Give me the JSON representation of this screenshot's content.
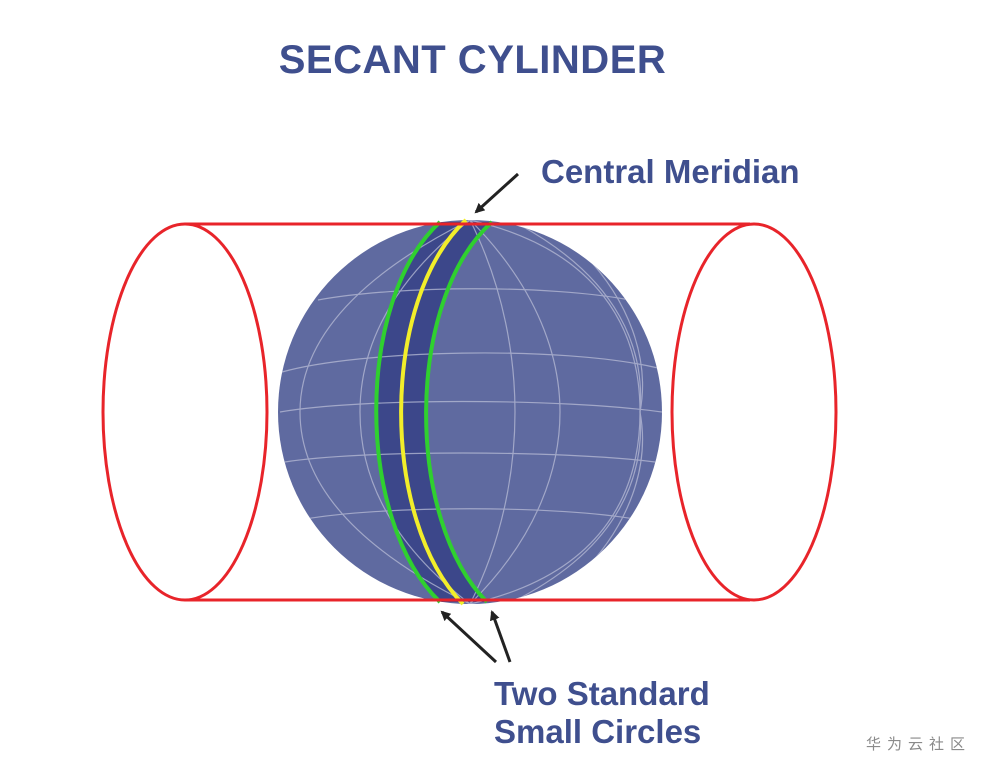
{
  "title": "SECANT CYLINDER",
  "labels": {
    "central_meridian": "Central Meridian",
    "standard_line1": "Two Standard",
    "standard_line2": "Small Circles"
  },
  "watermark": "华为云社区",
  "colors": {
    "title": "#3f4f8e",
    "cylinder": "#e8242a",
    "globe": "#5f6aa0",
    "globe_band": "#3c478a",
    "standard_circles": "#2fd02f",
    "central_meridian": "#f2ee2a",
    "graticule": "#b8bdd6",
    "arrows": "#222222"
  }
}
